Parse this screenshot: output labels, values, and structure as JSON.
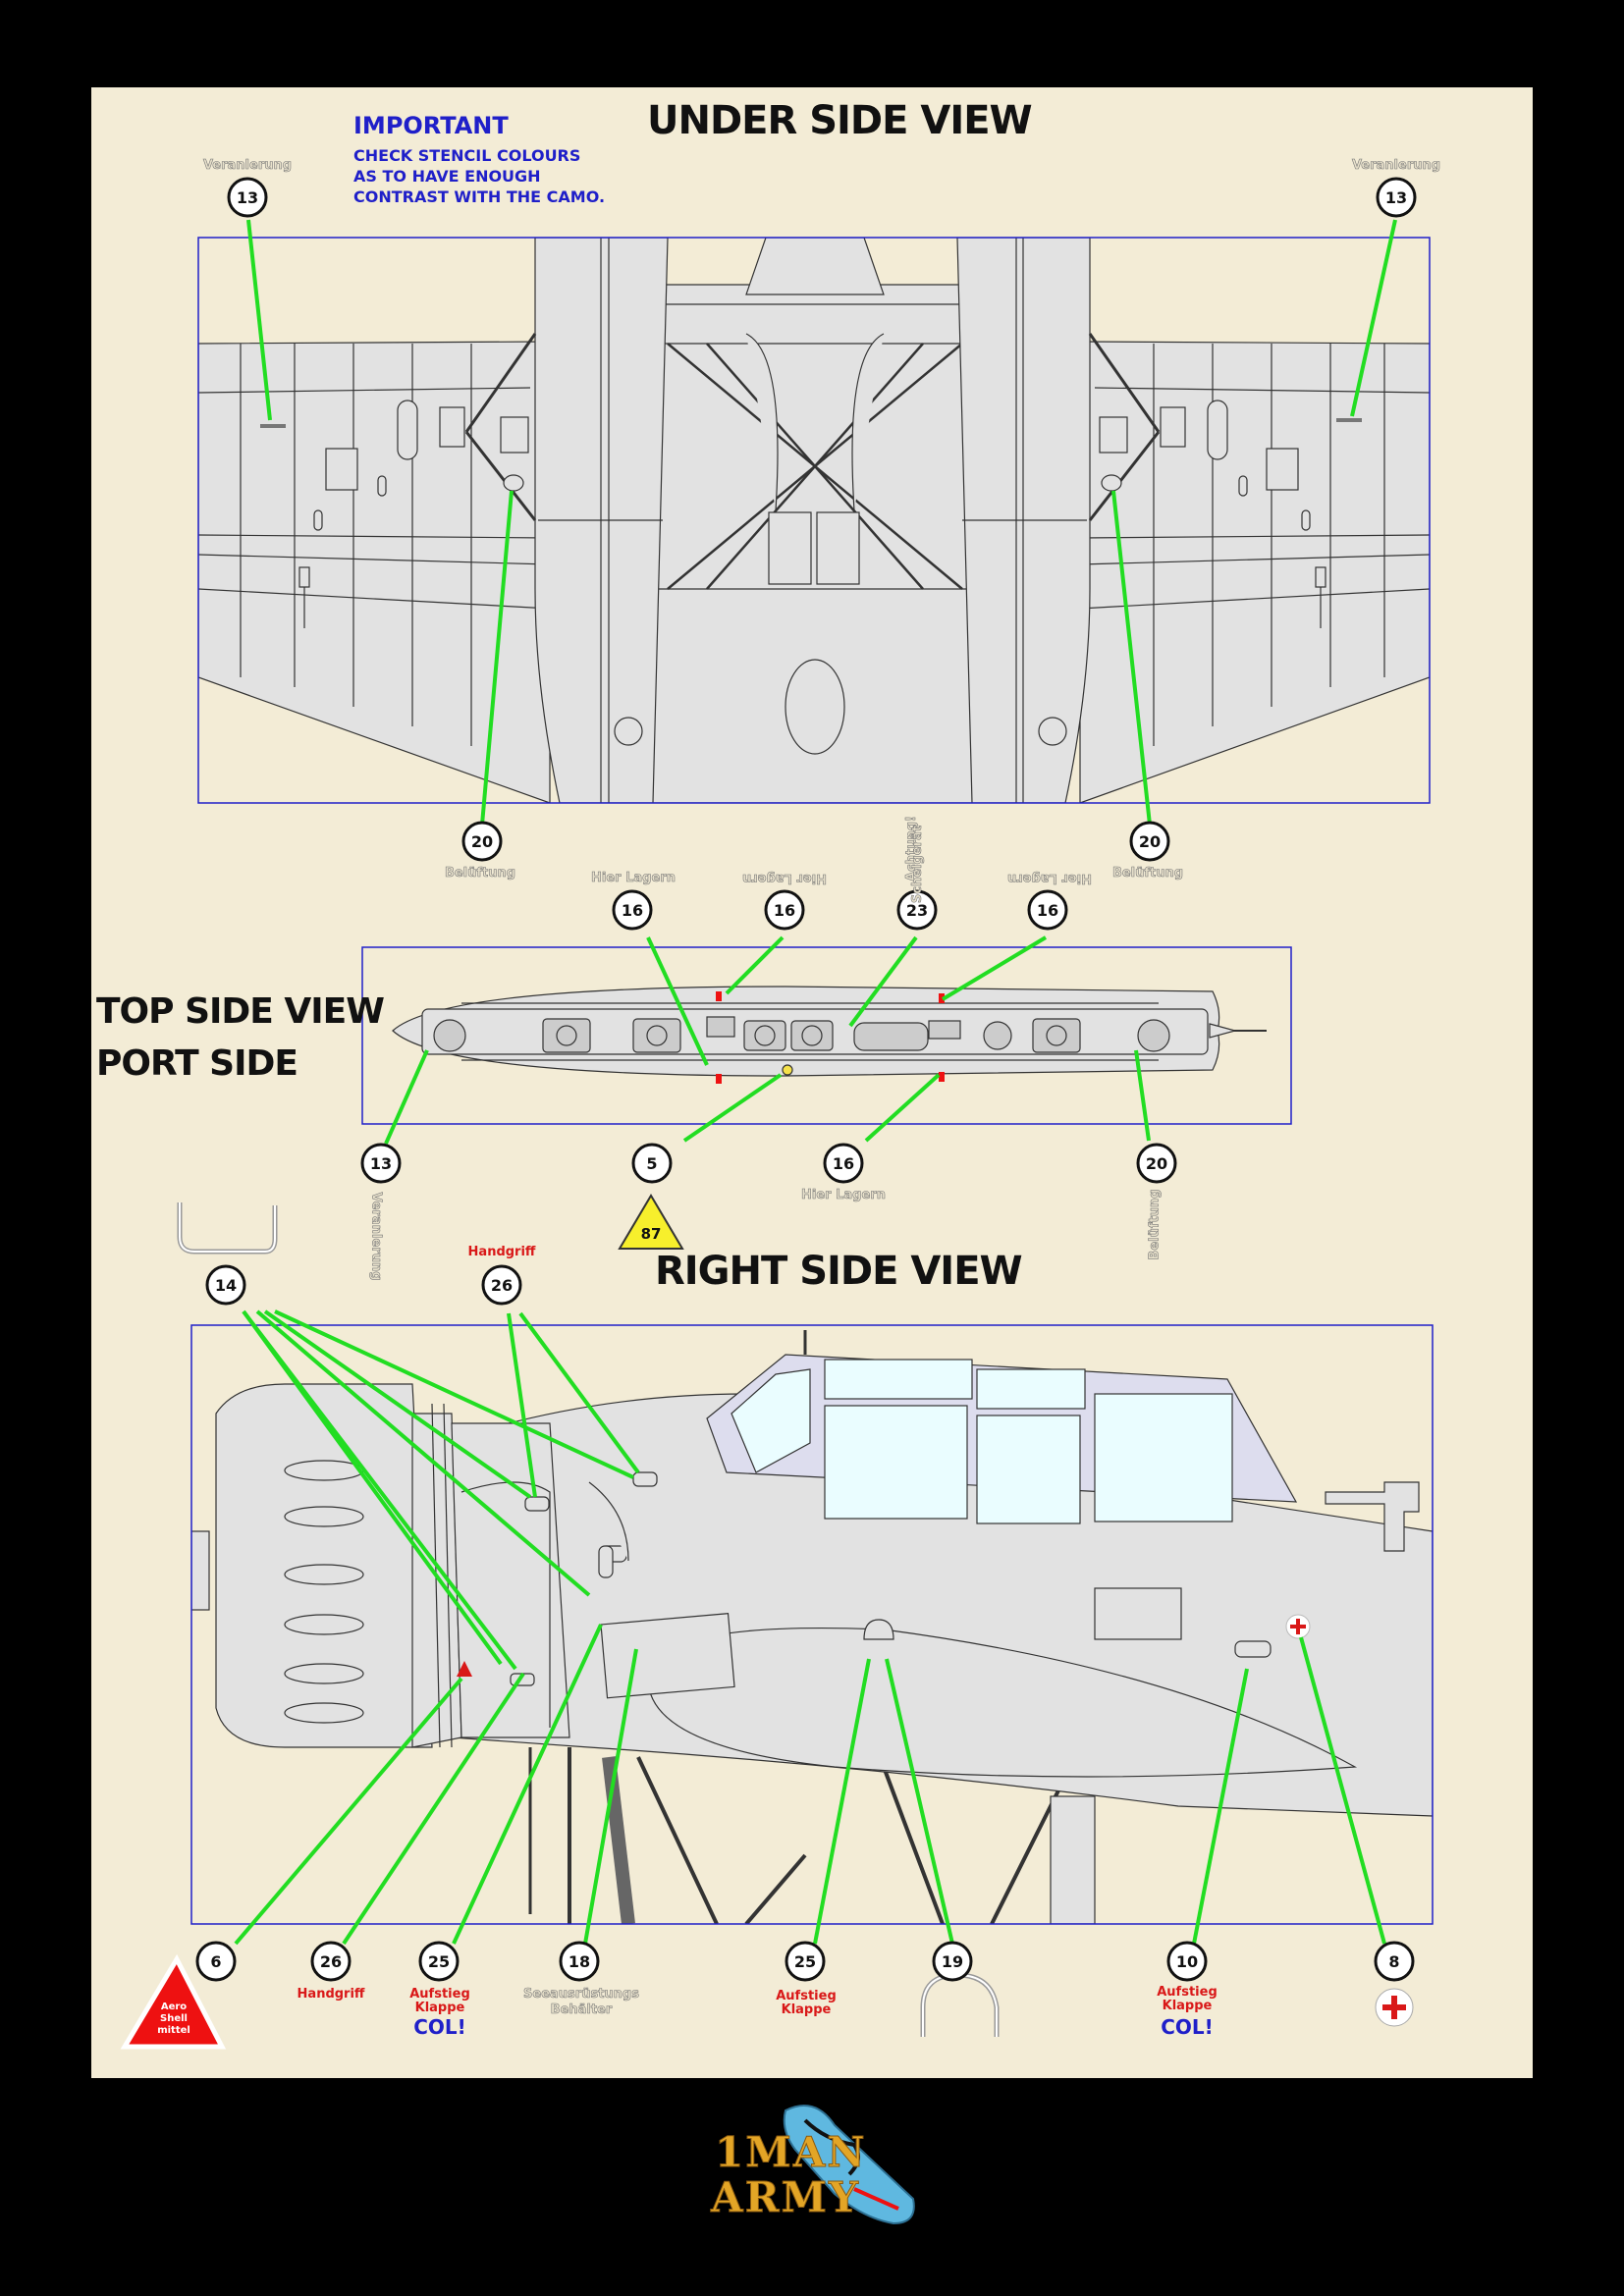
{
  "views": {
    "under": "UNDER SIDE VIEW",
    "top_line1": "TOP SIDE VIEW",
    "top_line2": "PORT SIDE",
    "right": "RIGHT SIDE VIEW"
  },
  "important": {
    "title": "IMPORTANT",
    "body": "CHECK STENCIL COLOURS AS TO HAVE ENOUGH CONTRAST WITH THE CAMO."
  },
  "callouts": {
    "u13a": {
      "num": "13",
      "label": "Veranlerung"
    },
    "u13b": {
      "num": "13",
      "label": "Veranlerung"
    },
    "u20a": {
      "num": "20",
      "label": "Belüftung"
    },
    "u20b": {
      "num": "20",
      "label": "Belüftung"
    },
    "t16a": {
      "num": "16",
      "label": "Hier Lagern"
    },
    "t16b": {
      "num": "16",
      "label": "Hier Lagern"
    },
    "t23": {
      "num": "23",
      "label1": "Achtung!",
      "label2": "Schelgerät"
    },
    "t16c": {
      "num": "16",
      "label": "Hier Lagern"
    },
    "t13": {
      "num": "13",
      "label": "Veranlerung"
    },
    "t5": {
      "num": "5"
    },
    "t16d": {
      "num": "16",
      "label": "Hier Lagern"
    },
    "t20": {
      "num": "20",
      "label": "Belüftung"
    },
    "tri87": "87",
    "s14": {
      "num": "14"
    },
    "s26top": {
      "num": "26",
      "label": "Handgriff"
    },
    "s6": {
      "num": "6",
      "badge1": "Aero",
      "badge2": "Shell",
      "badge3": "mittel"
    },
    "s26": {
      "num": "26",
      "label": "Handgriff"
    },
    "s25a": {
      "num": "25",
      "label1": "Aufstieg",
      "label2": "Klappe",
      "note": "COL!"
    },
    "s18": {
      "num": "18",
      "label1": "Seeausrüstungs",
      "label2": "Behälter"
    },
    "s25b": {
      "num": "25",
      "label1": "Aufstieg",
      "label2": "Klappe"
    },
    "s19": {
      "num": "19"
    },
    "s10": {
      "num": "10",
      "label1": "Aufstieg",
      "label2": "Klappe",
      "note": "COL!"
    },
    "s8": {
      "num": "8"
    }
  },
  "logo": {
    "line1": "1MAN",
    "line2": "ARMY"
  },
  "colors": {
    "leader": "#22dd22",
    "frame": "#1f1fc9",
    "panel": "#e2e2e2",
    "sheet": "#f3ecd6",
    "label_red": "#d91818"
  }
}
